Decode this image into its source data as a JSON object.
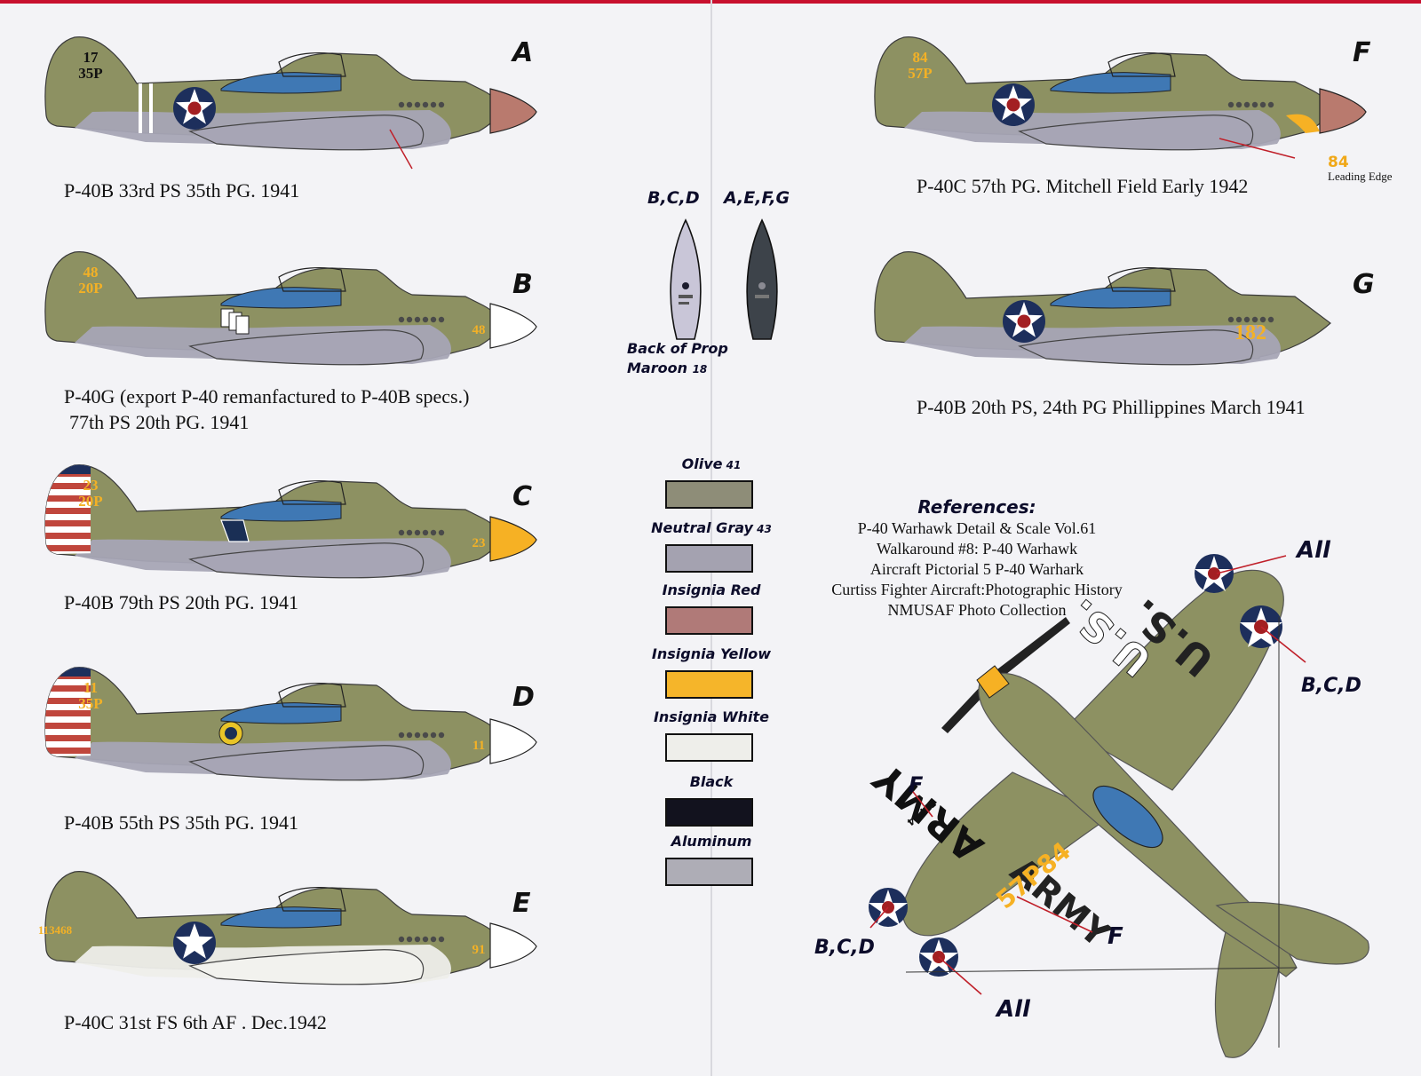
{
  "profiles": [
    {
      "letter": "A",
      "caption_lines": [
        "P-40B 33rd PS 35th PG. 1941"
      ],
      "tail_code": [
        "17",
        "35P"
      ],
      "nose_code": ""
    },
    {
      "letter": "B",
      "caption_lines": [
        "P-40G (export P-40 remanfactured to P-40B specs.)",
        "77th PS 20th PG. 1941"
      ],
      "tail_code": [
        "48",
        "20P"
      ],
      "nose_code": "48"
    },
    {
      "letter": "C",
      "caption_lines": [
        "P-40B 79th PS 20th PG. 1941"
      ],
      "tail_code": [
        "23",
        "20P"
      ],
      "nose_code": "23"
    },
    {
      "letter": "D",
      "caption_lines": [
        "P-40B 55th PS 35th PG. 1941"
      ],
      "tail_code": [
        "11",
        "35P"
      ],
      "nose_code": "11"
    },
    {
      "letter": "E",
      "caption_lines": [
        "P-40C 31st FS 6th AF . Dec.1942"
      ],
      "tail_code": [
        "113468"
      ],
      "nose_code": "91"
    },
    {
      "letter": "F",
      "caption_lines": [
        "P-40C 57th PG. Mitchell Field Early 1942"
      ],
      "tail_code": [
        "84",
        "57P"
      ],
      "nose_code": "",
      "callout_code": "84",
      "callout_note": "Leading Edge"
    },
    {
      "letter": "G",
      "caption_lines": [
        "P-40B 20th PS, 24th PG  Phillippines March 1941"
      ],
      "tail_code": [],
      "nose_code": "182"
    }
  ],
  "propellers": {
    "group_left": "B,C,D",
    "group_right": "A,E,F,G",
    "note_line1": "Back of Prop",
    "note_line2": "Maroon",
    "note_num": "18"
  },
  "palette": [
    {
      "name": "Olive",
      "num": "41",
      "color": "#8e8d78"
    },
    {
      "name": "Neutral Gray",
      "num": "43",
      "color": "#a4a2b0"
    },
    {
      "name": "Insignia Red",
      "num": "",
      "color": "#b07a78"
    },
    {
      "name": "Insignia Yellow",
      "num": "",
      "color": "#f5b52a"
    },
    {
      "name": "Insignia White",
      "num": "",
      "color": "#eeeeea"
    },
    {
      "name": "Black",
      "num": "",
      "color": "#12121e"
    },
    {
      "name": "Aluminum",
      "num": "",
      "color": "#aeadb6"
    }
  ],
  "references": {
    "title": "References:",
    "items": [
      "P-40 Warhawk Detail & Scale Vol.61",
      "Walkaround #8: P-40 Warhawk",
      "Aircraft Pictorial 5 P-40 Warhark",
      "Curtiss Fighter Aircraft:Photographic History",
      "NMUSAF Photo Collection"
    ]
  },
  "planform": {
    "wing_text_top": "U.S.",
    "wing_text_bottom": "ARMY",
    "fuselage_code": "57P84",
    "small_code": "57P84",
    "callouts": [
      "All",
      "B,C,D",
      "F",
      "B,C,D",
      "All",
      "F"
    ]
  },
  "colors": {
    "olive": "#8d9162",
    "gray": "#a7a5b5",
    "canopy": "#3f78b4",
    "red": "#a31f22",
    "yellow": "#f6b124",
    "blue": "#1d2f5c",
    "white": "#ffffff"
  }
}
